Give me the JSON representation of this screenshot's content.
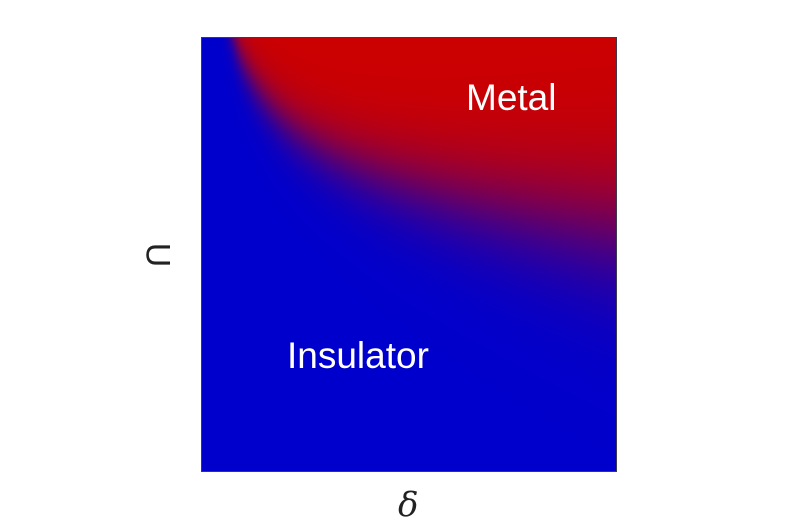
{
  "chart_data": {
    "type": "heatmap",
    "title": "",
    "xlabel": "δ",
    "ylabel": "U",
    "regions": [
      {
        "name": "Metal",
        "color": "#cc0000",
        "position": "upper-right"
      },
      {
        "name": "Insulator",
        "color": "#0000cc",
        "position": "lower-left"
      }
    ],
    "colormap": {
      "low": "#0000cc",
      "high": "#cc0000"
    },
    "grid": false,
    "tick_labels": false
  },
  "labels": {
    "metal": "Metal",
    "insulator": "Insulator",
    "x_axis": "δ",
    "y_axis": "U"
  }
}
